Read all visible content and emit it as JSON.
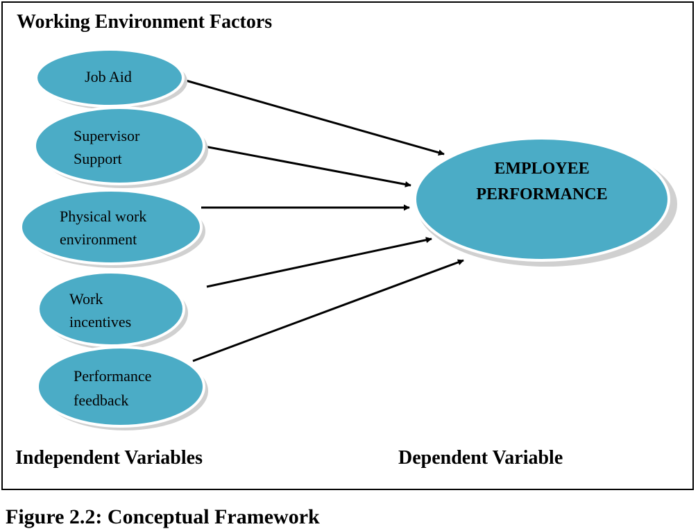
{
  "title": "Working Environment Factors",
  "independent_label": "Independent Variables",
  "dependent_label": "Dependent Variable",
  "caption": "Figure 2.2: Conceptual Framework",
  "factors": [
    {
      "lines": [
        "Job Aid"
      ]
    },
    {
      "lines": [
        "Supervisor",
        "Support"
      ]
    },
    {
      "lines": [
        "Physical work",
        "environment"
      ]
    },
    {
      "lines": [
        "Work",
        "incentives"
      ]
    },
    {
      "lines": [
        "Performance",
        "feedback"
      ]
    }
  ],
  "outcome": {
    "lines": [
      "EMPLOYEE",
      "PERFORMANCE"
    ]
  },
  "colors": {
    "node_fill": "#4bacc6",
    "shadow": "#d0d0d0",
    "stroke": "#ffffff",
    "arrow": "#000000"
  }
}
